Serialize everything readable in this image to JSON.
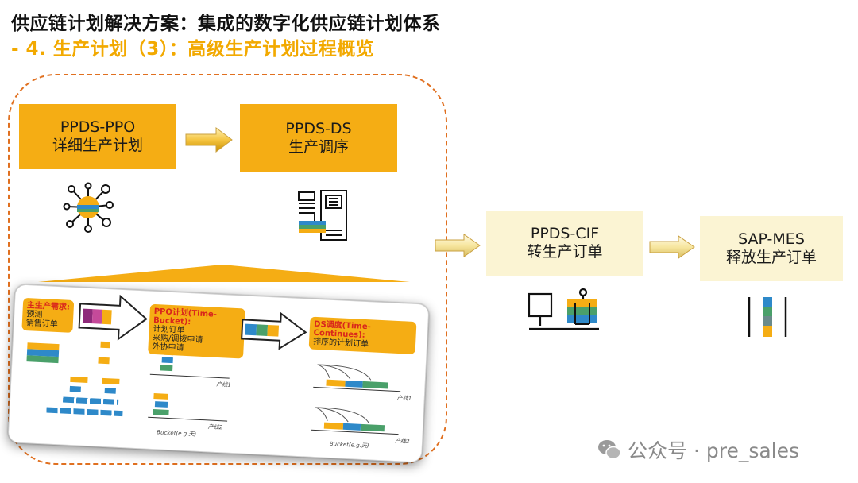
{
  "header": {
    "title": "供应链计划解决方案：集成的数字化供应链计划体系",
    "subtitle": "- 4. 生产计划（3）：高级生产计划过程概览"
  },
  "boxes": {
    "ppo": {
      "line1": "PPDS-PPO",
      "line2": "详细生产计划"
    },
    "ds": {
      "line1": "PPDS-DS",
      "line2": "生产调序"
    },
    "cif": {
      "line1": "PPDS-CIF",
      "line2": "转生产订单"
    },
    "mes": {
      "line1": "SAP-MES",
      "line2": "释放生产订单"
    }
  },
  "panel": {
    "mps": {
      "title": "主生产需求:",
      "items": [
        "预测",
        "销售订单"
      ]
    },
    "ppo": {
      "title": "PPO计划(Time-Bucket):",
      "items": [
        "计划订单",
        "采购/调拨申请",
        "外协申请"
      ]
    },
    "ds": {
      "title": "DS调度(Time-Continues):",
      "items": [
        "排序的计划订单"
      ]
    },
    "line1": "产线1",
    "line2": "产线2",
    "bucket_label": "Bucket(e.g.天)"
  },
  "watermark": {
    "text": "公众号 · pre_sales"
  },
  "colors": {
    "gold": "#f5ad14",
    "pale": "#fbf4d3",
    "dash": "#e07020",
    "title_accent": "#f2a900"
  },
  "icons": [
    "network-icon",
    "schedule-icon",
    "production-worker-icon",
    "release-order-icon",
    "wechat-icon"
  ]
}
